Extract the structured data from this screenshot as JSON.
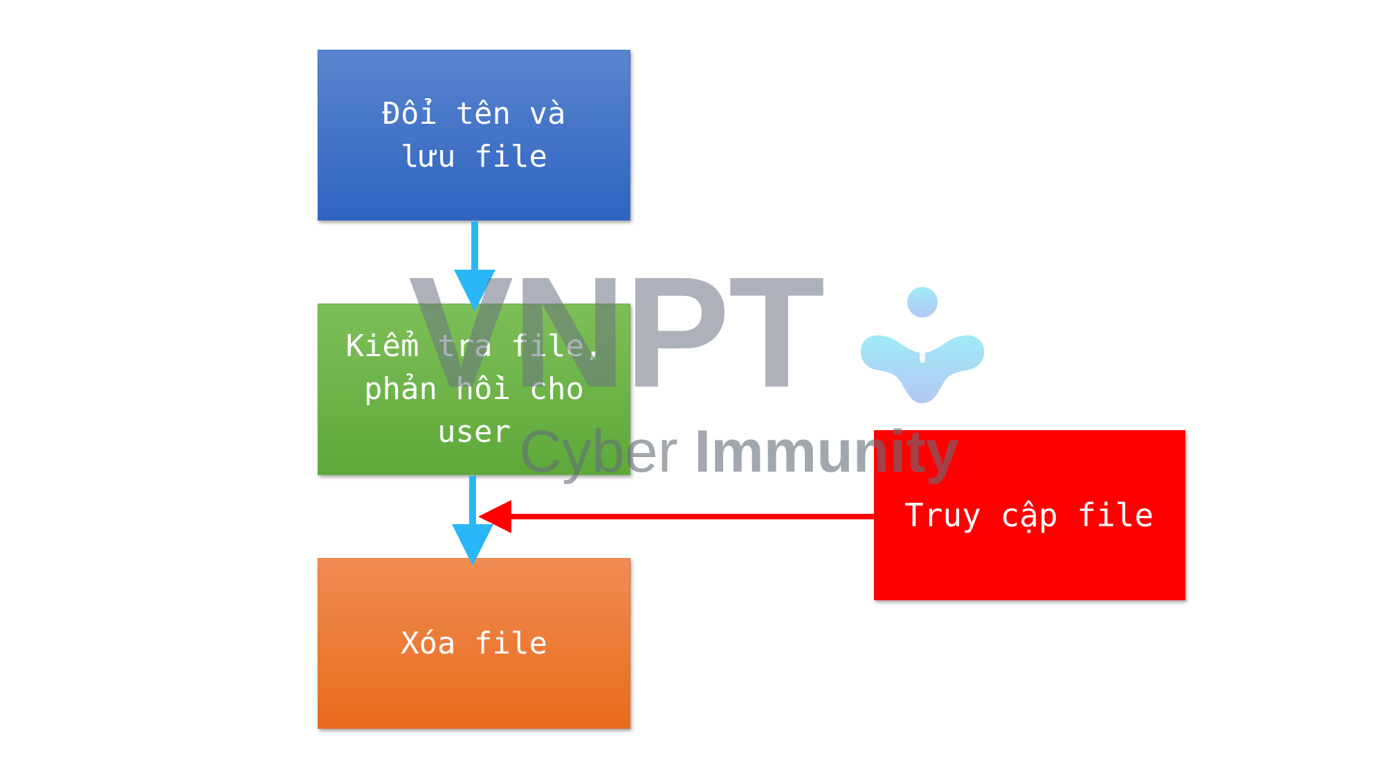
{
  "boxes": {
    "rename_save": "Đổi tên và\nlưu file",
    "check_respond": "Kiểm tra file,\nphản hồi cho\nuser",
    "delete": "Xóa file",
    "access": "Truy cập file"
  },
  "watermark": {
    "brand": "VNPT",
    "tagline_light": "Cyber ",
    "tagline_bold": "Immunity"
  },
  "colors": {
    "rename_box": "#4472c4",
    "check_box": "#70ad47",
    "delete_box": "#ed7d31",
    "access_box": "#ff0000",
    "flow_arrow": "#29b6f6",
    "access_arrow": "#ff0000"
  },
  "icons": {
    "watermark_logo": "vnpt-cyber-immunity-logo-icon"
  }
}
